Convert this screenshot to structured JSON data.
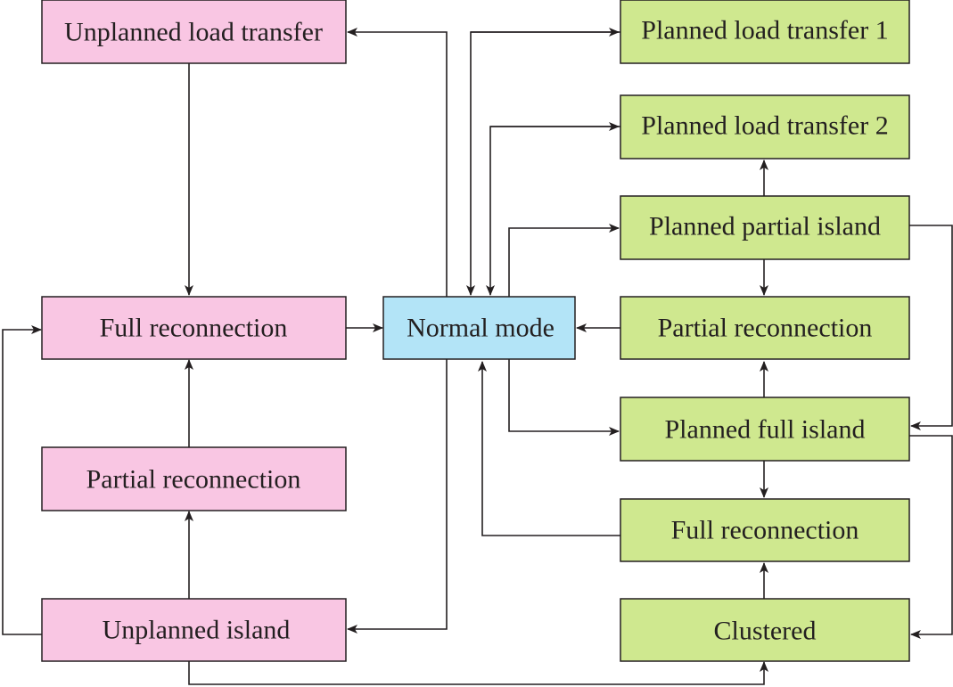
{
  "nodes": {
    "unplanned_load_transfer": "Unplanned load transfer",
    "full_reconnection_left": "Full reconnection",
    "partial_reconnection_left": "Partial reconnection",
    "unplanned_island": "Unplanned island",
    "normal_mode": "Normal mode",
    "planned_load_transfer_1": "Planned load transfer 1",
    "planned_load_transfer_2": "Planned load transfer 2",
    "planned_partial_island": "Planned partial island",
    "partial_reconnection_right": "Partial reconnection",
    "planned_full_island": "Planned full island",
    "full_reconnection_right": "Full reconnection",
    "clustered": "Clustered"
  },
  "colors": {
    "unplanned": "#f9c6e3",
    "normal": "#b3e4f7",
    "planned": "#cfe88f",
    "line": "#231f20"
  }
}
